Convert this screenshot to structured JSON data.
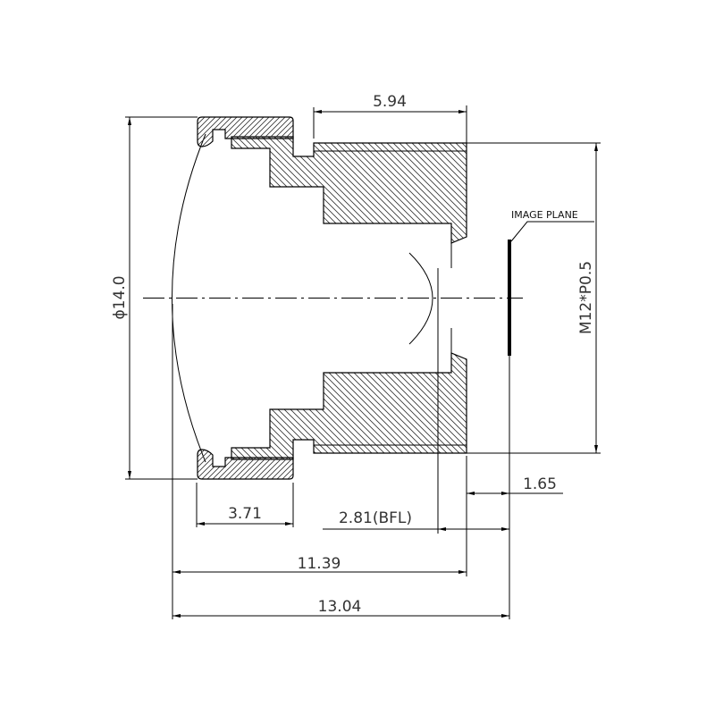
{
  "drawing": {
    "dimensions": {
      "thread_length": "5.94",
      "outer_diameter": "ϕ14.0",
      "thread_spec": "M12*P0.5",
      "image_plane_label": "IMAGE PLANE",
      "flange_offset": "1.65",
      "cap_length": "3.71",
      "back_focal_length": "2.81(BFL)",
      "barrel_length": "11.39",
      "total_length": "13.04"
    },
    "colors": {
      "line": "#000000",
      "text": "#333333"
    }
  }
}
